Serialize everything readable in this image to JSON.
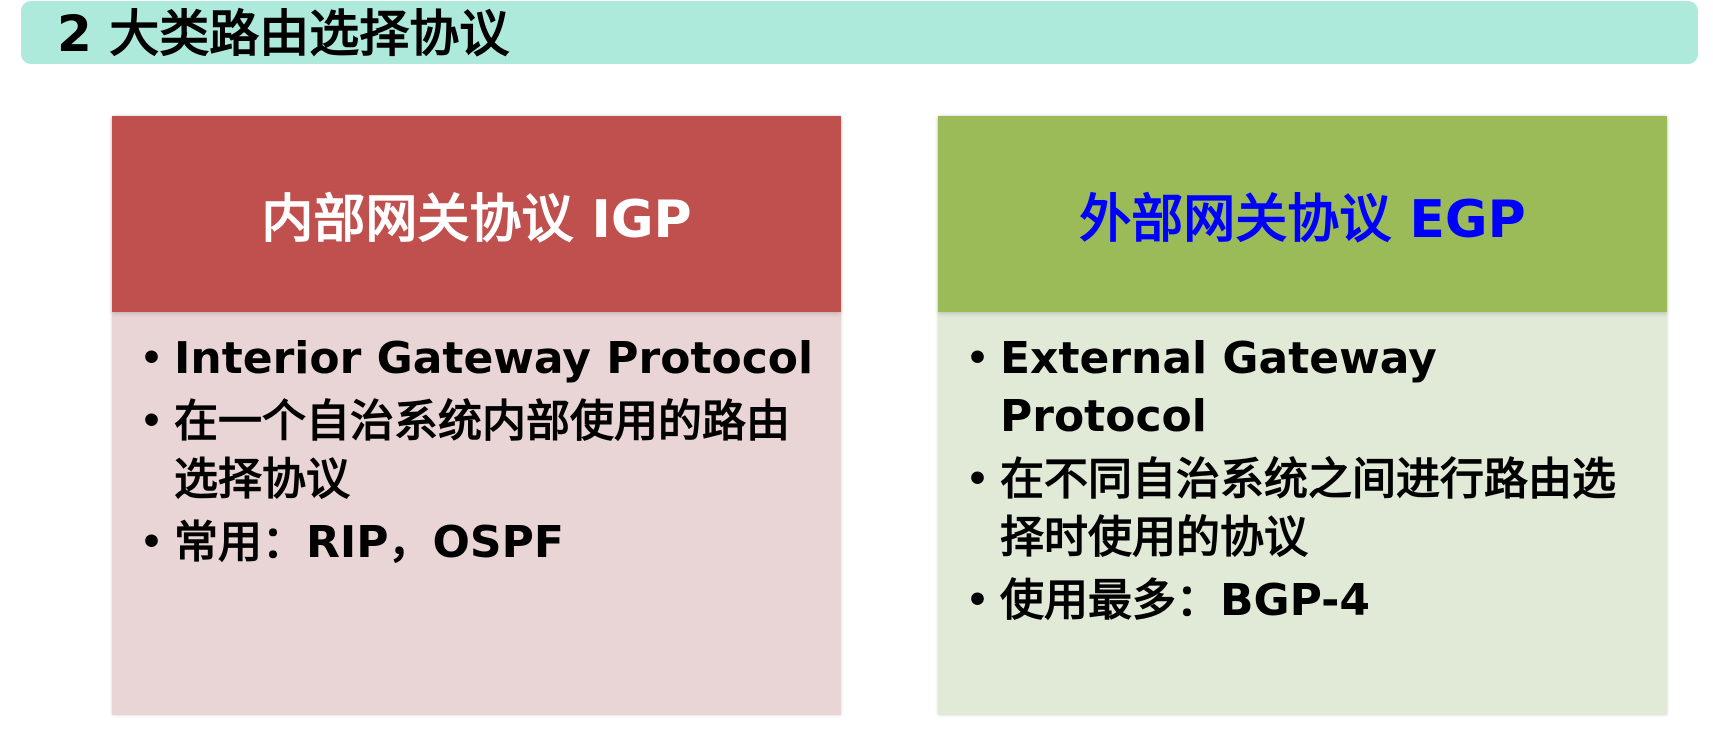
{
  "title": "2 大类路由选择协议",
  "cards": [
    {
      "header": "内部网关协议 IGP",
      "header_color": "#ffffff",
      "header_bg": "#c0504d",
      "body_bg": "#e9d5d5",
      "bullets": [
        "Interior Gateway Protocol",
        "在一个自治系统内部使用的路由选择协议",
        "常用：RIP，OSPF"
      ]
    },
    {
      "header": "外部网关协议 EGP",
      "header_color": "#0000ff",
      "header_bg": "#9bbb59",
      "body_bg": "#e1e9d7",
      "bullets": [
        "External Gateway Protocol",
        "在不同自治系统之间进行路由选择时使用的协议",
        "使用最多：BGP-4"
      ]
    }
  ],
  "bullet_glyph": "•"
}
